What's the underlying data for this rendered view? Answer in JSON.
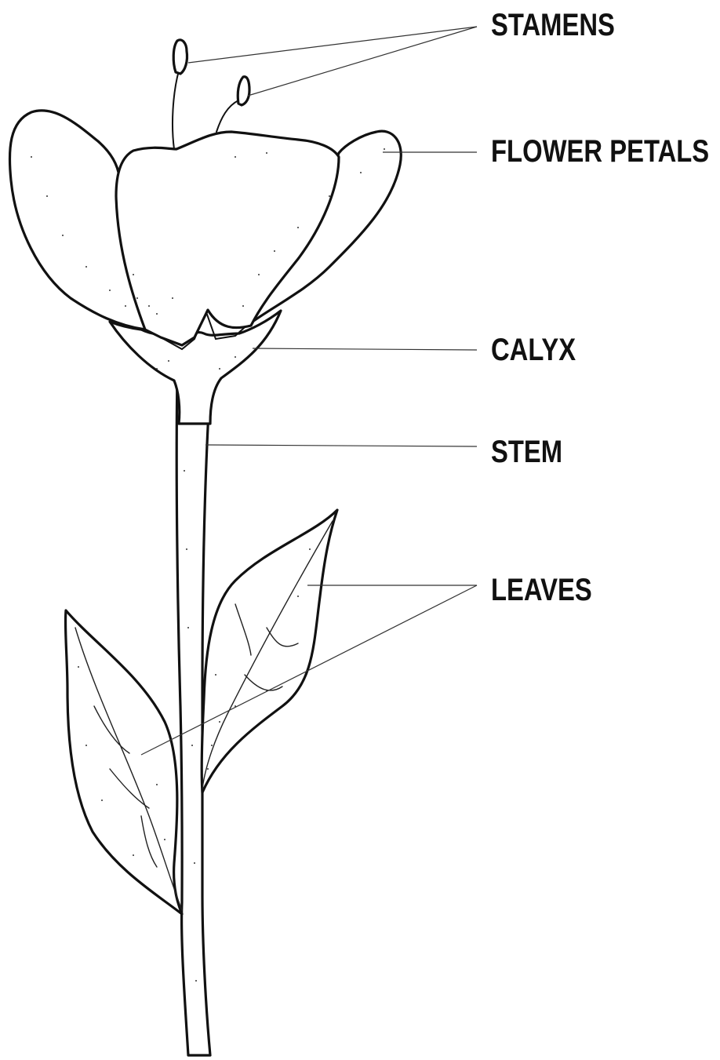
{
  "labels": {
    "stamens": "STAMENS",
    "flower_petals": "FLOWER PETALS",
    "calyx": "CALYX",
    "stem": "STEM",
    "leaves": "LEAVES"
  },
  "colors": {
    "line": "#111111",
    "background": "#ffffff"
  }
}
